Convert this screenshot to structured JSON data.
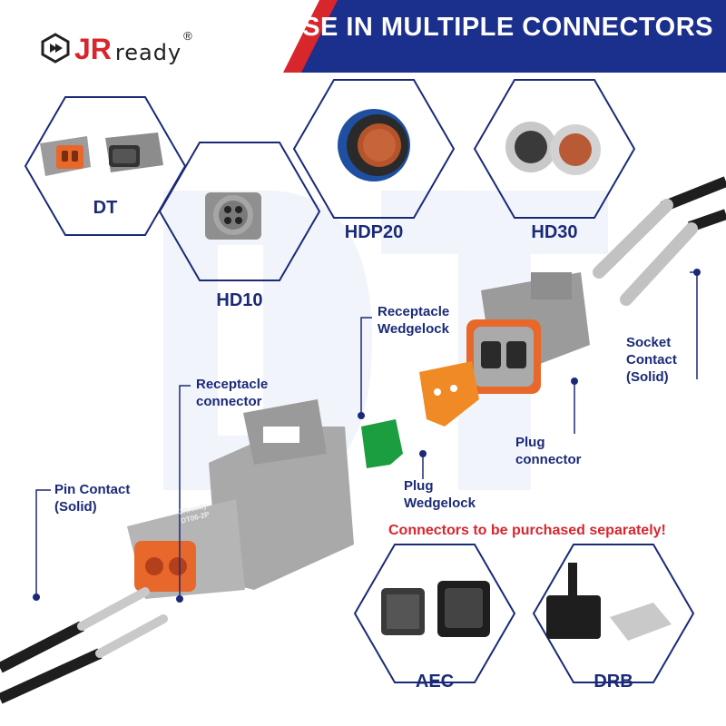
{
  "banner": {
    "title": "USE IN MULTIPLE CONNECTORS",
    "color_blue": "#1b2f8c",
    "color_red": "#d8262d"
  },
  "brand": {
    "logo_jr": "JR",
    "logo_ready": "ready",
    "logo_mark": "®"
  },
  "hexagons": [
    {
      "label": "DT"
    },
    {
      "label": "HD10"
    },
    {
      "label": "HDP20"
    },
    {
      "label": "HD30"
    },
    {
      "label": "AEC"
    },
    {
      "label": "DRB"
    }
  ],
  "callouts": {
    "receptacle_wedgelock": [
      "Receptacle",
      "Wedgelock"
    ],
    "receptacle_connector": [
      "Receptacle",
      "connector"
    ],
    "socket_contact": [
      "Socket",
      "Contact",
      "(Solid)"
    ],
    "plug_connector": [
      "Plug",
      "connector"
    ],
    "plug_wedgelock": [
      "Plug",
      "Wedgelock"
    ],
    "pin_contact": [
      "Pin Contact",
      "(Solid)"
    ]
  },
  "product_marking": {
    "brand": "JRready",
    "part": "DT06-2P"
  },
  "note": "Connectors to be purchased separately!",
  "colors": {
    "label_blue": "#1b2a78",
    "connector_grey": "#a9a9a9",
    "seal_orange": "#e8672b",
    "wedge_green": "#1a9e3f",
    "wedge_orange": "#f08a24"
  }
}
